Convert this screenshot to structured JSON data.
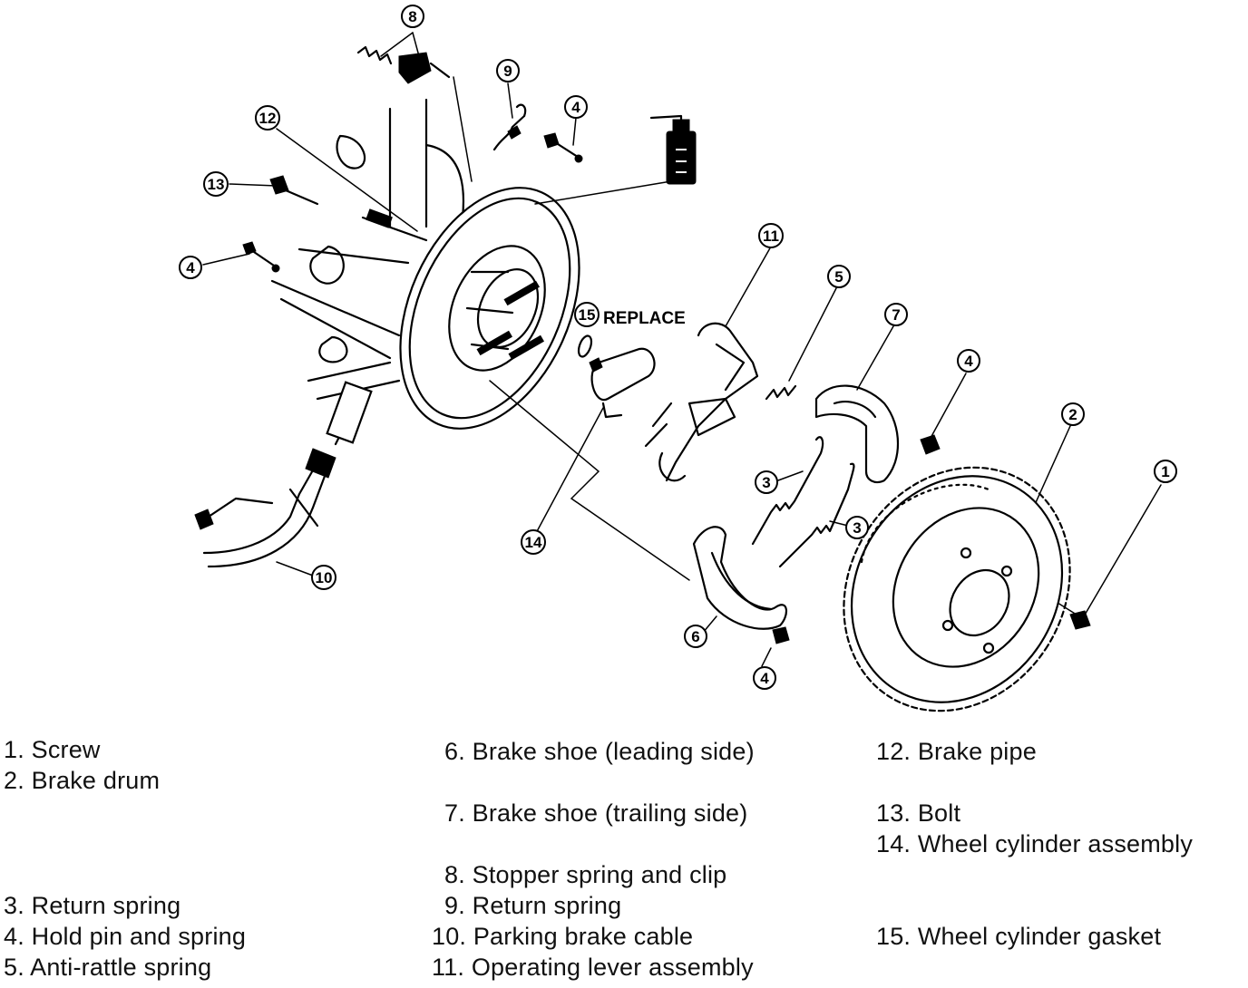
{
  "diagram": {
    "replace_note": "REPLACE",
    "callouts": [
      {
        "id": "c8",
        "num": "8"
      },
      {
        "id": "c9",
        "num": "9"
      },
      {
        "id": "c4a",
        "num": "4"
      },
      {
        "id": "c12",
        "num": "12"
      },
      {
        "id": "c13",
        "num": "13"
      },
      {
        "id": "c4b",
        "num": "4"
      },
      {
        "id": "c11",
        "num": "11"
      },
      {
        "id": "c5",
        "num": "5"
      },
      {
        "id": "c7",
        "num": "7"
      },
      {
        "id": "c15",
        "num": "15"
      },
      {
        "id": "c4c",
        "num": "4"
      },
      {
        "id": "c2",
        "num": "2"
      },
      {
        "id": "c1",
        "num": "1"
      },
      {
        "id": "c3a",
        "num": "3"
      },
      {
        "id": "c3b",
        "num": "3"
      },
      {
        "id": "c14",
        "num": "14"
      },
      {
        "id": "c10",
        "num": "10"
      },
      {
        "id": "c6",
        "num": "6"
      },
      {
        "id": "c4d",
        "num": "4"
      }
    ]
  },
  "legend": {
    "items": [
      "1. Screw",
      "2. Brake drum",
      "3. Return spring",
      "4. Hold pin and spring",
      "5. Anti-rattle spring",
      "6. Brake shoe (leading side)",
      "7. Brake shoe (trailing side)",
      "8. Stopper spring and clip",
      "9. Return spring",
      "10. Parking brake cable",
      "11. Operating lever assembly",
      "12. Brake pipe",
      "13. Bolt",
      "14. Wheel cylinder assembly",
      "15. Wheel cylinder gasket"
    ]
  }
}
